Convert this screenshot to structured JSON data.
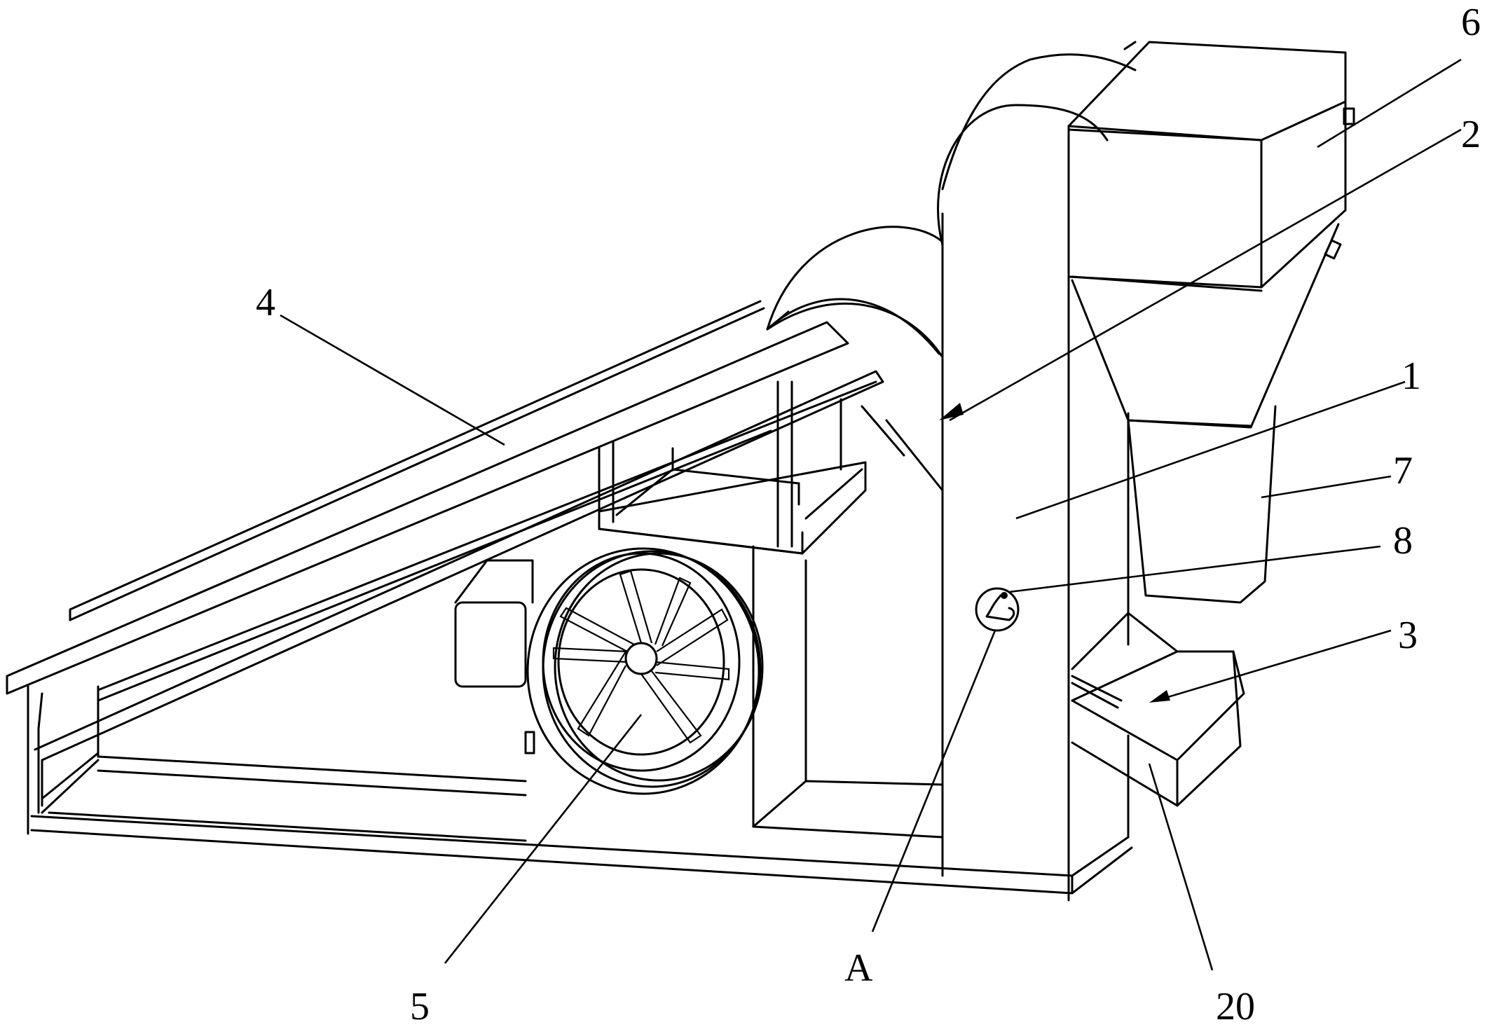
{
  "drawing": {
    "labels": [
      "6",
      "2",
      "4",
      "1",
      "7",
      "8",
      "3",
      "5",
      "A",
      "20"
    ],
    "line_color": "#000000",
    "background_color": "#ffffff"
  }
}
